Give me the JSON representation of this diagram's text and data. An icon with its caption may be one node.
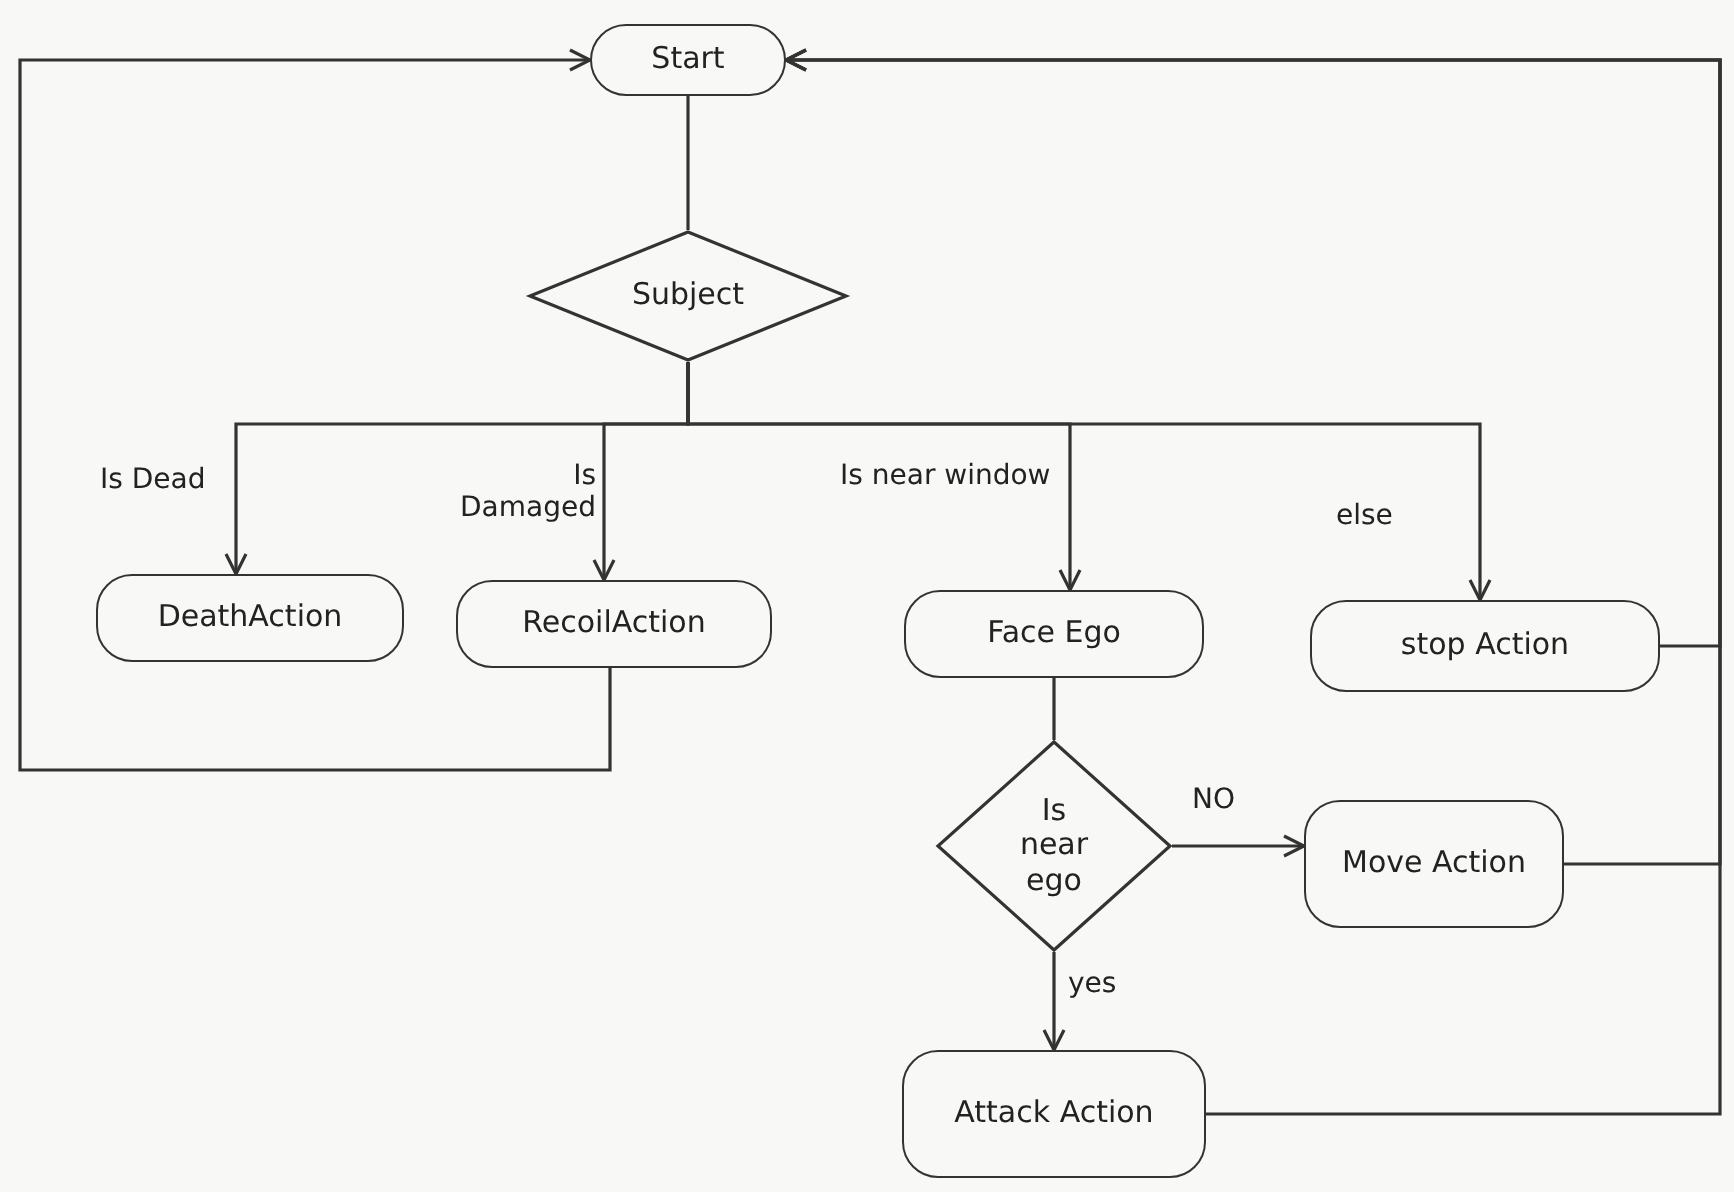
{
  "diagram": {
    "nodes": [
      {
        "text": [
          "Start"
        ]
      },
      {
        "text": [
          "Subject"
        ]
      },
      {
        "text": [
          "DeathAction"
        ]
      },
      {
        "text": [
          "RecoilAction"
        ]
      },
      {
        "text": [
          "Face Ego"
        ]
      },
      {
        "text": [
          "stop Action"
        ]
      },
      {
        "text": [
          "Is near ego"
        ]
      },
      {
        "text": [
          "Move Action"
        ]
      },
      {
        "text": [
          "Attack Action"
        ]
      }
    ],
    "edges": [
      {
        "from": 0,
        "to": 1,
        "arrow": "none"
      },
      {
        "from": 1,
        "to": 2,
        "arrow": "to",
        "label": "Is Dead"
      },
      {
        "from": 1,
        "to": 3,
        "arrow": "to",
        "label": "Is Damaged"
      },
      {
        "from": 1,
        "to": 4,
        "arrow": "to",
        "label": "Is near window"
      },
      {
        "from": 1,
        "to": 5,
        "arrow": "to",
        "label": "else"
      },
      {
        "from": 3,
        "to": 0,
        "arrow": "to"
      },
      {
        "from": 5,
        "to": 0,
        "arrow": "to"
      },
      {
        "from": 7,
        "to": 0,
        "arrow": "to"
      },
      {
        "from": 8,
        "to": 0,
        "arrow": "to"
      },
      {
        "from": 4,
        "to": 6,
        "arrow": "none"
      },
      {
        "from": 6,
        "to": 7,
        "arrow": "to",
        "label": "NO"
      },
      {
        "from": 6,
        "to": 8,
        "arrow": "to",
        "label": "yes"
      }
    ]
  }
}
